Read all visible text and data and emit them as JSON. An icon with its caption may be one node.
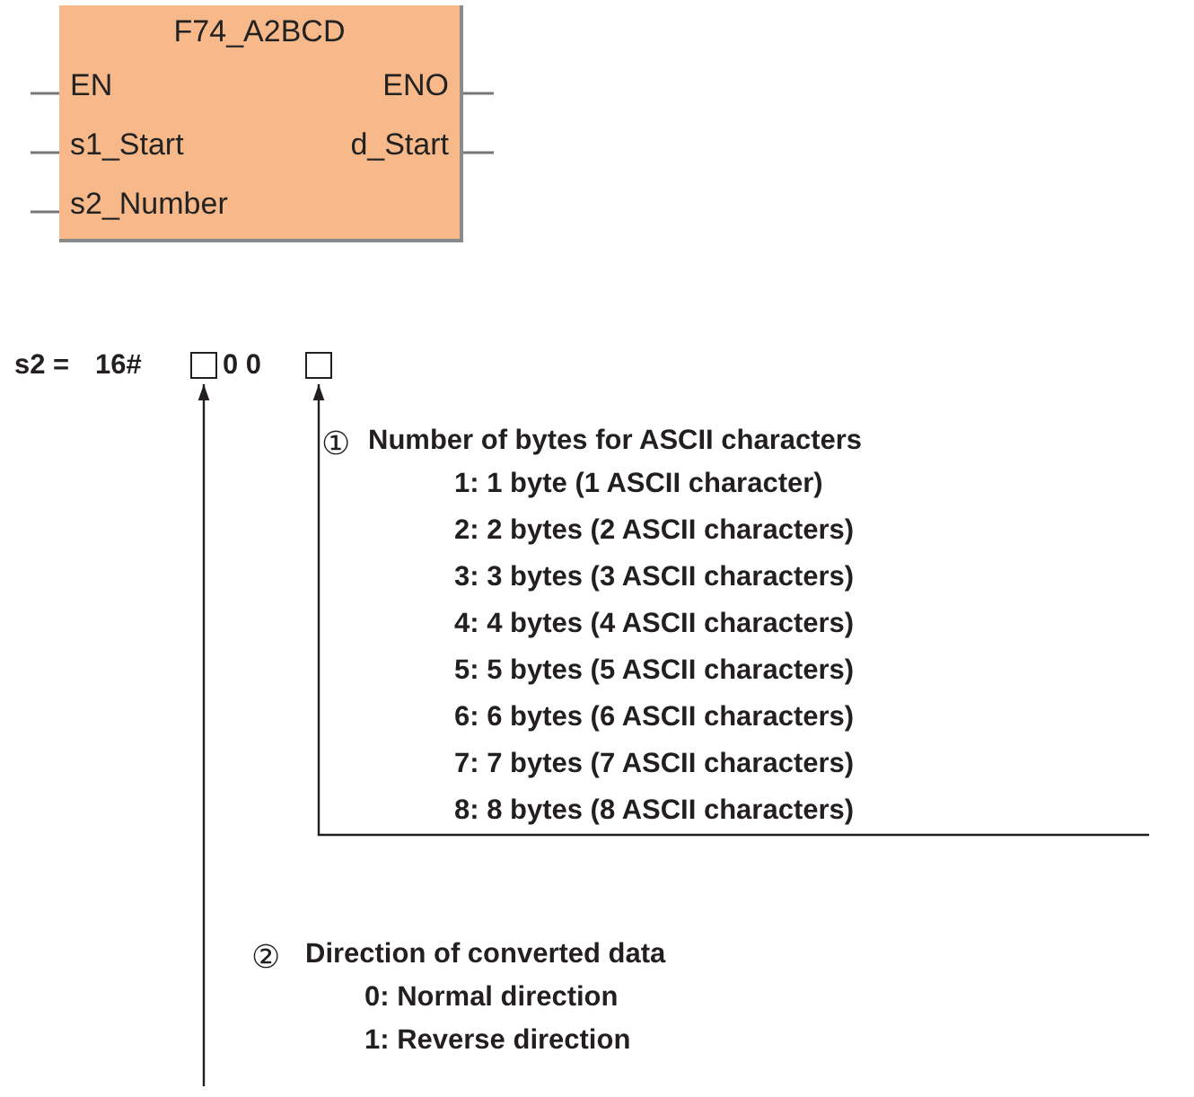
{
  "diagram": {
    "nodes": [
      {
        "text": [
          "F74_A2BCD",
          "EN",
          "ENO",
          "s1_Start",
          "d_Start",
          "s2_Number"
        ]
      },
      {
        "text": [],
        "shape": "box"
      },
      {
        "text": [],
        "shape": "box"
      }
    ],
    "edges": [
      {
        "from": null,
        "to": 2,
        "arrow": "to"
      },
      {
        "from": null,
        "to": 1,
        "arrow": "to"
      }
    ],
    "labels": [
      "s2 =",
      "16#",
      "0 0",
      "①",
      "Number of bytes for ASCII characters",
      "1: 1 byte (1 ASCII character)",
      "2: 2 bytes (2 ASCII characters)",
      "3: 3 bytes (3 ASCII characters)",
      "4: 4 bytes (4 ASCII characters)",
      "5: 5 bytes (5 ASCII characters)",
      "6: 6 bytes (6 ASCII characters)",
      "7: 7 bytes (7 ASCII characters)",
      "8: 8 bytes (8 ASCII characters)",
      "②",
      "Direction of converted data",
      "0: Normal direction",
      "1: Reverse direction"
    ]
  }
}
